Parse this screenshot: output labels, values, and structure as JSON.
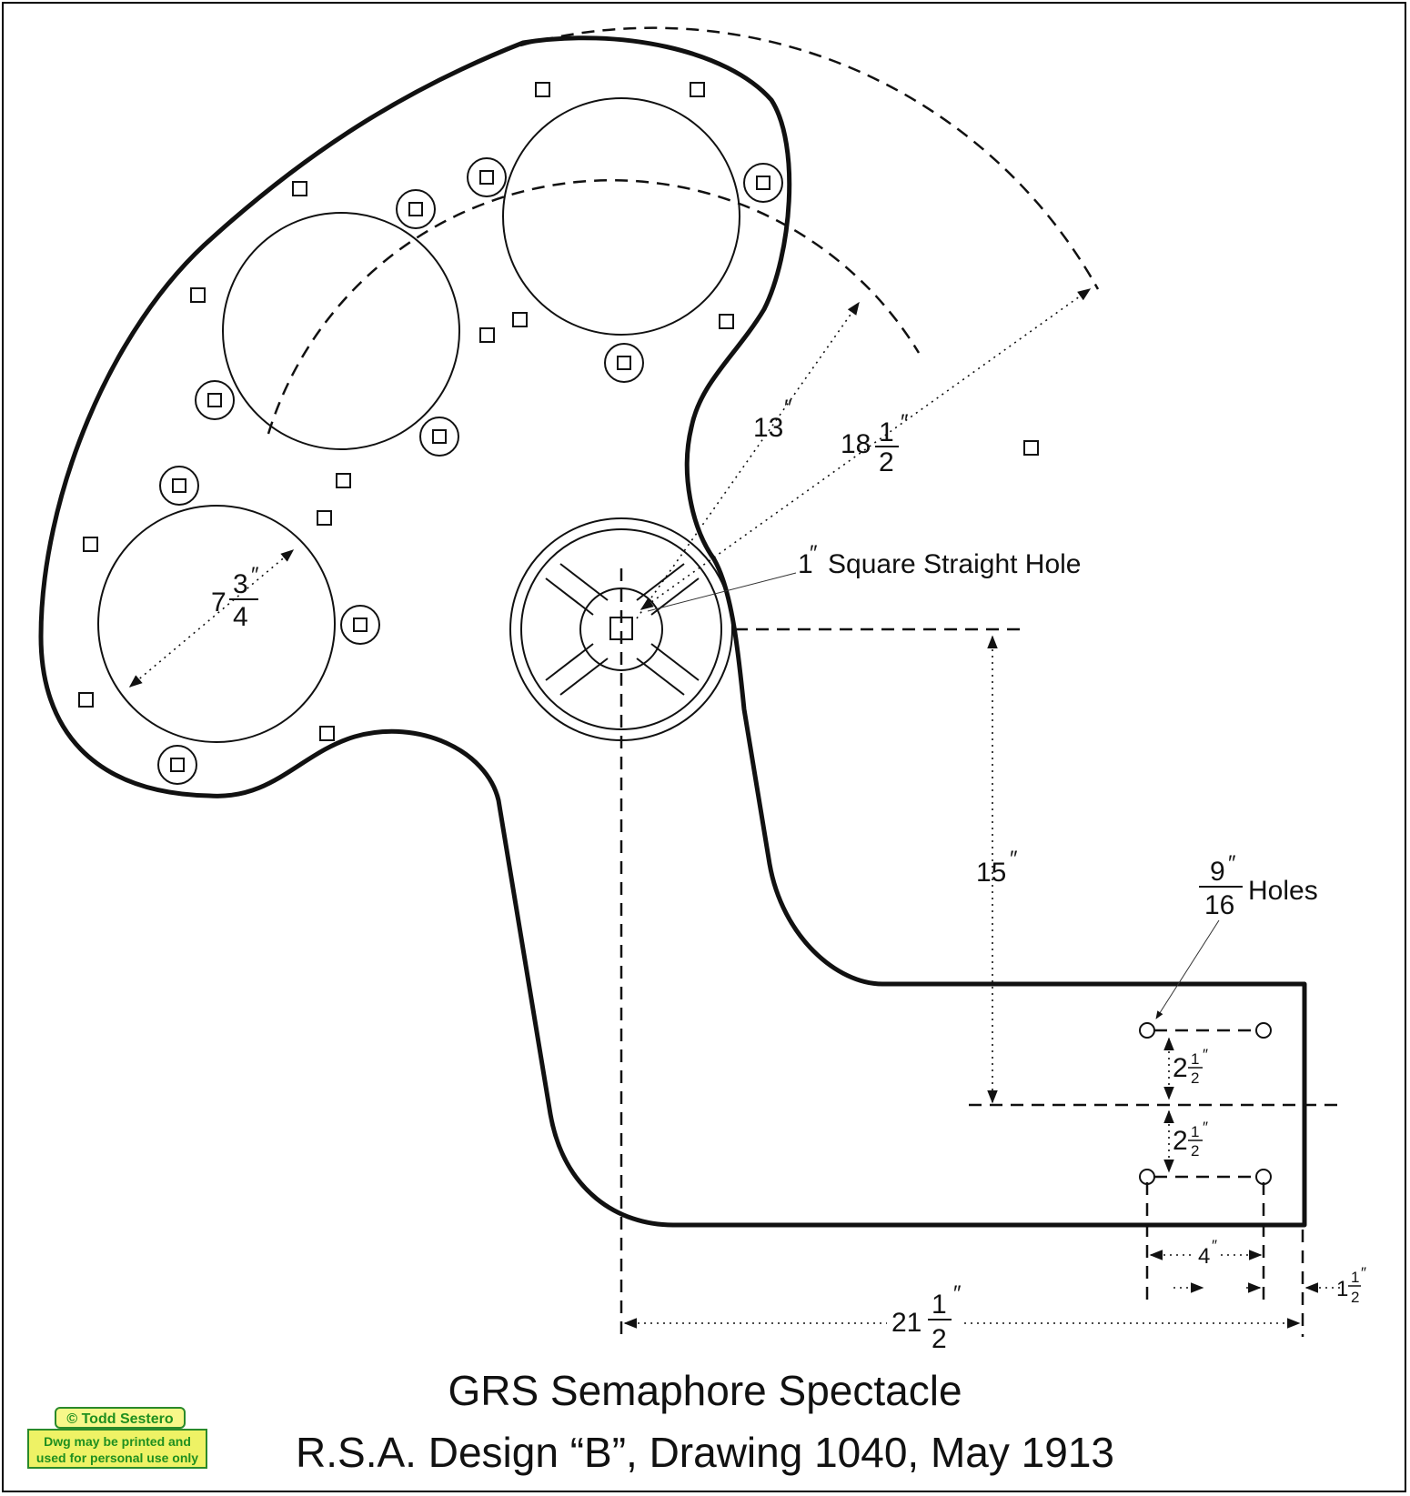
{
  "title_line1": "GRS Semaphore Spectacle",
  "title_line2": "R.S.A. Design “B”, Drawing 1040, May 1913",
  "dimensions": {
    "lens_diameter": {
      "whole": "7",
      "num": "3",
      "den": "4",
      "unit": "″"
    },
    "radius_inner": {
      "text": "13",
      "unit": "″"
    },
    "radius_outer": {
      "whole": "18",
      "num": "1",
      "den": "2",
      "unit": "″"
    },
    "square_hole_note": {
      "size": "1",
      "unit": "″",
      "text": "Square Straight Hole"
    },
    "arm_drop": {
      "text": "15",
      "unit": "″"
    },
    "holes_note": {
      "num": "9",
      "den": "16",
      "unit": "″",
      "text": "Holes"
    },
    "hole_spacing_upper": {
      "whole": "2",
      "num": "1",
      "den": "2",
      "unit": "″"
    },
    "hole_spacing_lower": {
      "whole": "2",
      "num": "1",
      "den": "2",
      "unit": "″"
    },
    "hole_pitch": {
      "text": "4",
      "unit": "″"
    },
    "end_offset": {
      "whole": "1",
      "num": "1",
      "den": "2",
      "unit": "″"
    },
    "overall_length": {
      "whole": "21",
      "num": "1",
      "den": "2",
      "unit": "″"
    }
  },
  "copyright": {
    "name": "Todd Sestero",
    "symbol": "©",
    "line1": "Dwg may be printed and",
    "line2": "used for personal use only"
  },
  "colors": {
    "line": "#111111",
    "badge_border": "#2a8a2a",
    "badge_fill": "#eef265",
    "badge_text": "#1f8f1f"
  }
}
